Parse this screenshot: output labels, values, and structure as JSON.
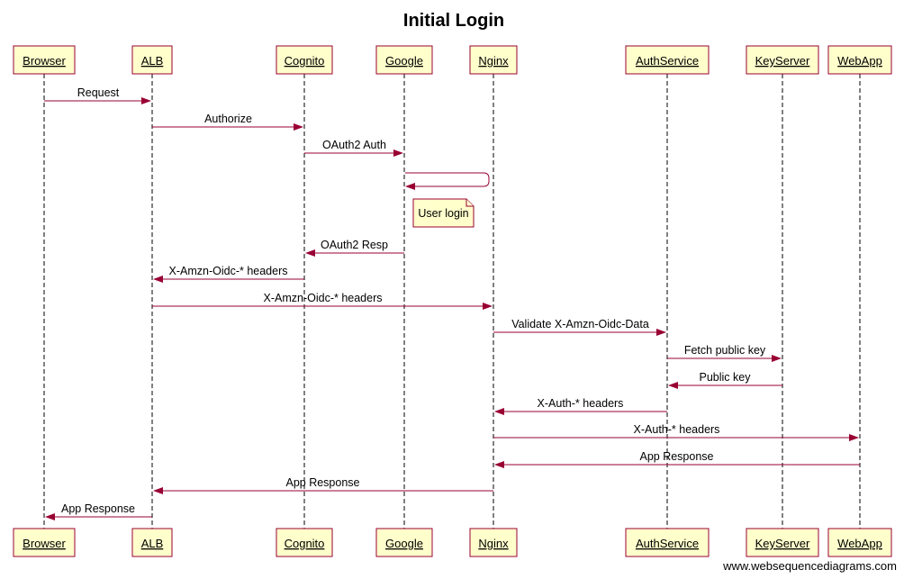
{
  "title": "Initial Login",
  "footer": "www.websequencediagrams.com",
  "colors": {
    "box_fill": "#ffffcc",
    "box_stroke": "#990033",
    "arrow": "#990033",
    "lifeline": "#000000"
  },
  "participants": [
    "Browser",
    "ALB",
    "Cognito",
    "Google",
    "Nginx",
    "AuthService",
    "KeyServer",
    "WebApp"
  ],
  "messages": [
    {
      "from": "Browser",
      "to": "ALB",
      "label": "Request"
    },
    {
      "from": "ALB",
      "to": "Cognito",
      "label": "Authorize"
    },
    {
      "from": "Cognito",
      "to": "Google",
      "label": "OAuth2 Auth"
    },
    {
      "from": "Google",
      "to": "Google",
      "label": "",
      "self": true
    },
    {
      "from": "Google",
      "to": "Cognito",
      "label": "OAuth2 Resp"
    },
    {
      "from": "Cognito",
      "to": "ALB",
      "label": "X-Amzn-Oidc-* headers"
    },
    {
      "from": "ALB",
      "to": "Nginx",
      "label": "X-Amzn-Oidc-* headers"
    },
    {
      "from": "Nginx",
      "to": "AuthService",
      "label": "Validate X-Amzn-Oidc-Data"
    },
    {
      "from": "AuthService",
      "to": "KeyServer",
      "label": "Fetch public key"
    },
    {
      "from": "KeyServer",
      "to": "AuthService",
      "label": "Public key"
    },
    {
      "from": "AuthService",
      "to": "Nginx",
      "label": "X-Auth-* headers"
    },
    {
      "from": "Nginx",
      "to": "WebApp",
      "label": "X-Auth-* headers"
    },
    {
      "from": "WebApp",
      "to": "Nginx",
      "label": "App Response"
    },
    {
      "from": "Nginx",
      "to": "ALB",
      "label": "App Response"
    },
    {
      "from": "ALB",
      "to": "Browser",
      "label": "App Response"
    }
  ],
  "notes": [
    {
      "over": "Google",
      "text": "User login"
    }
  ]
}
